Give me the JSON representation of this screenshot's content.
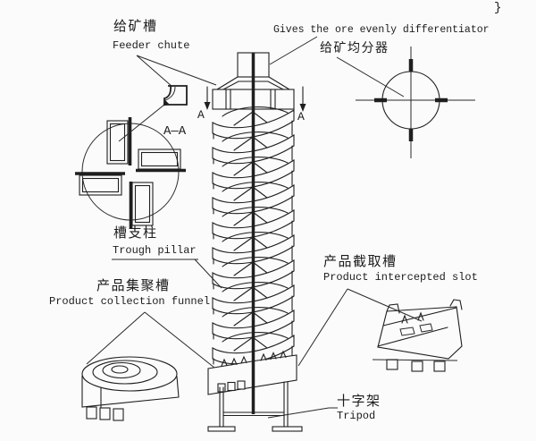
{
  "colors": {
    "ink": "#1f1f1f",
    "background": "#fbfbfb"
  },
  "labels": {
    "feeder_chute_zh": "给矿槽",
    "feeder_chute_en": "Feeder chute",
    "distributor_en": "Gives the ore evenly differentiator",
    "distributor_zh": "给矿均分器",
    "section_aa": "A—A",
    "section_arrow_left": "A",
    "section_arrow_right": "A",
    "trough_pillar_zh": "槽支柱",
    "trough_pillar_en": "Trough pillar",
    "collection_funnel_zh": "产品集聚槽",
    "collection_funnel_en": "Product collection funnel",
    "intercepted_slot_zh": "产品截取槽",
    "intercepted_slot_en": "Product intercepted slot",
    "tripod_zh": "十字架",
    "tripod_en": "Tripod",
    "corner_artifact": "}"
  },
  "drawing_parts": [
    "feeder-box",
    "distribution-head",
    "spiral-chute-helix",
    "center-pole",
    "section-circle-A-A",
    "distributor-top-view-circle",
    "feeder-chute-detail",
    "product-collection-funnel-view",
    "product-intercepted-slot-view",
    "tripod-base"
  ]
}
